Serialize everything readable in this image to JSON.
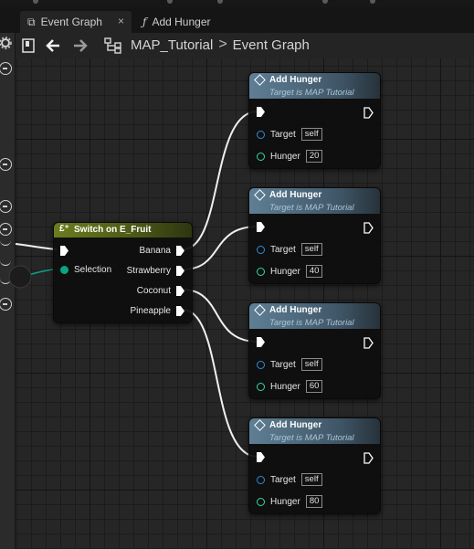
{
  "tabs": [
    {
      "label": "Event Graph",
      "icon": "graph-icon",
      "active": true,
      "close": "×"
    },
    {
      "label": "Add Hunger",
      "icon": "function-icon",
      "active": false
    }
  ],
  "breadcrumb": {
    "root": "MAP_Tutorial",
    "separator": ">",
    "current": "Event Graph"
  },
  "switch_node": {
    "title": "Switch on E_Fruit",
    "selection_label": "Selection",
    "outputs": [
      "Banana",
      "Strawberry",
      "Coconut",
      "Pineapple"
    ]
  },
  "add_hunger_nodes": [
    {
      "title": "Add Hunger",
      "subtitle": "Target is MAP Tutorial",
      "target_label": "Target",
      "target_value": "self",
      "hunger_label": "Hunger",
      "hunger_value": "20"
    },
    {
      "title": "Add Hunger",
      "subtitle": "Target is MAP Tutorial",
      "target_label": "Target",
      "target_value": "self",
      "hunger_label": "Hunger",
      "hunger_value": "40"
    },
    {
      "title": "Add Hunger",
      "subtitle": "Target is MAP Tutorial",
      "target_label": "Target",
      "target_value": "self",
      "hunger_label": "Hunger",
      "hunger_value": "60"
    },
    {
      "title": "Add Hunger",
      "subtitle": "Target is MAP Tutorial",
      "target_label": "Target",
      "target_value": "self",
      "hunger_label": "Hunger",
      "hunger_value": "80"
    }
  ],
  "colors": {
    "function_header": "#5f7f95",
    "switch_header": "#6b7d1f",
    "object_pin": "#2f8ed6",
    "int_pin": "#32d8a9",
    "enum_pin": "#0ca286",
    "exec_wire": "#ffffff"
  }
}
